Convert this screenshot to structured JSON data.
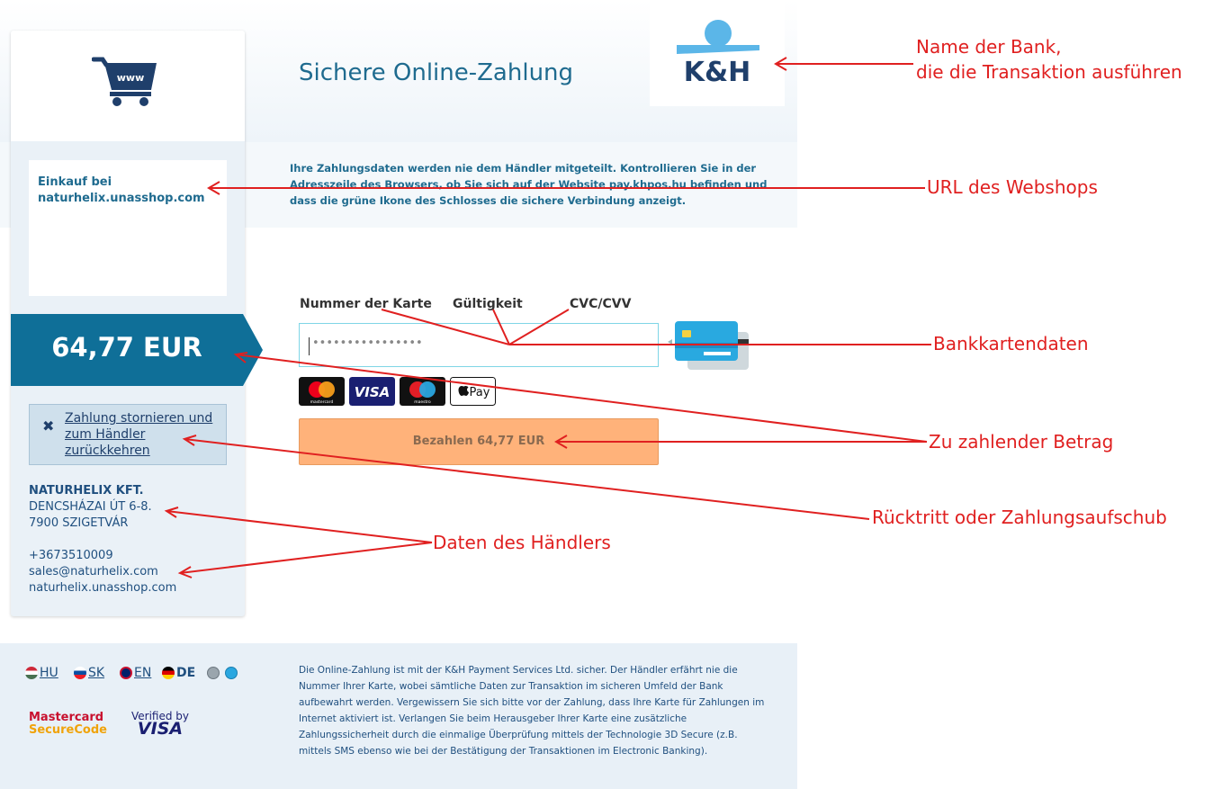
{
  "header": {
    "title": "Sichere Online-Zahlung",
    "bank_logo_text": "K&H"
  },
  "sidebar": {
    "cart_label": "www",
    "shop_text": "Einkauf bei naturhelix.unasshop.com",
    "amount": "64,77 EUR",
    "cancel_text": "Zahlung stornieren und zum Händler zurückkehren",
    "merchant": {
      "name": "NATURHELIX KFT.",
      "address1": "DENCSHÁZAI ÚT 6-8.",
      "address2": "7900 SZIGETVÁR",
      "phone": "+3673510009",
      "email": "sales@naturhelix.com",
      "web": "naturhelix.unasshop.com"
    }
  },
  "info_text": "Ihre Zahlungsdaten werden nie dem Händler mitgeteilt. Kontrollieren Sie in der Adresszeile des Browsers, ob Sie sich auf der Website pay.khpos.hu befinden und dass die grüne Ikone des Schlosses die sichere Verbindung anzeigt.",
  "card_form": {
    "label_number": "Nummer der Karte",
    "label_expiry": "Gültigkeit",
    "label_cvc": "CVC/CVV",
    "placeholder": "••••••••••••••••",
    "pay_button": "Bezahlen 64,77 EUR",
    "logos": [
      "mastercard",
      "VISA",
      "maestro",
      "Pay"
    ]
  },
  "footer": {
    "languages": [
      {
        "code": "HU",
        "current": false
      },
      {
        "code": "SK",
        "current": false
      },
      {
        "code": "EN",
        "current": false
      },
      {
        "code": "DE",
        "current": true
      }
    ],
    "mc_line1": "Mastercard",
    "mc_line2": "SecureCode",
    "vbv_line1": "Verified by",
    "vbv_line2": "VISA",
    "legal_text": "Die Online-Zahlung ist mit der K&H Payment Services Ltd. sicher. Der Händler erfährt nie die Nummer Ihrer Karte, wobei sämtliche Daten zur Transaktion im sicheren Umfeld der Bank aufbewahrt werden. Vergewissern Sie sich bitte vor der Zahlung, dass Ihre Karte für Zahlungen im Internet aktiviert ist. Verlangen Sie beim Herausgeber Ihrer Karte eine zusätzliche Zahlungssicherheit durch die einmalige Überprüfung mittels der Technologie 3D Secure (z.B. mittels SMS ebenso wie bei der Bestätigung der Transaktionen im Electronic Banking)."
  },
  "annotations": {
    "bank_line1": "Name der Bank,",
    "bank_line2": "die die Transaktion ausführen",
    "shop_url": "URL des Webshops",
    "card_data": "Bankkartendaten",
    "amount": "Zu zahlender Betrag",
    "cancel": "Rücktritt oder Zahlungsaufschub",
    "merchant": "Daten des Händlers"
  },
  "colors": {
    "primary": "#0f6f98",
    "pay_button": "#ffb27a",
    "annotation": "#e02020"
  }
}
